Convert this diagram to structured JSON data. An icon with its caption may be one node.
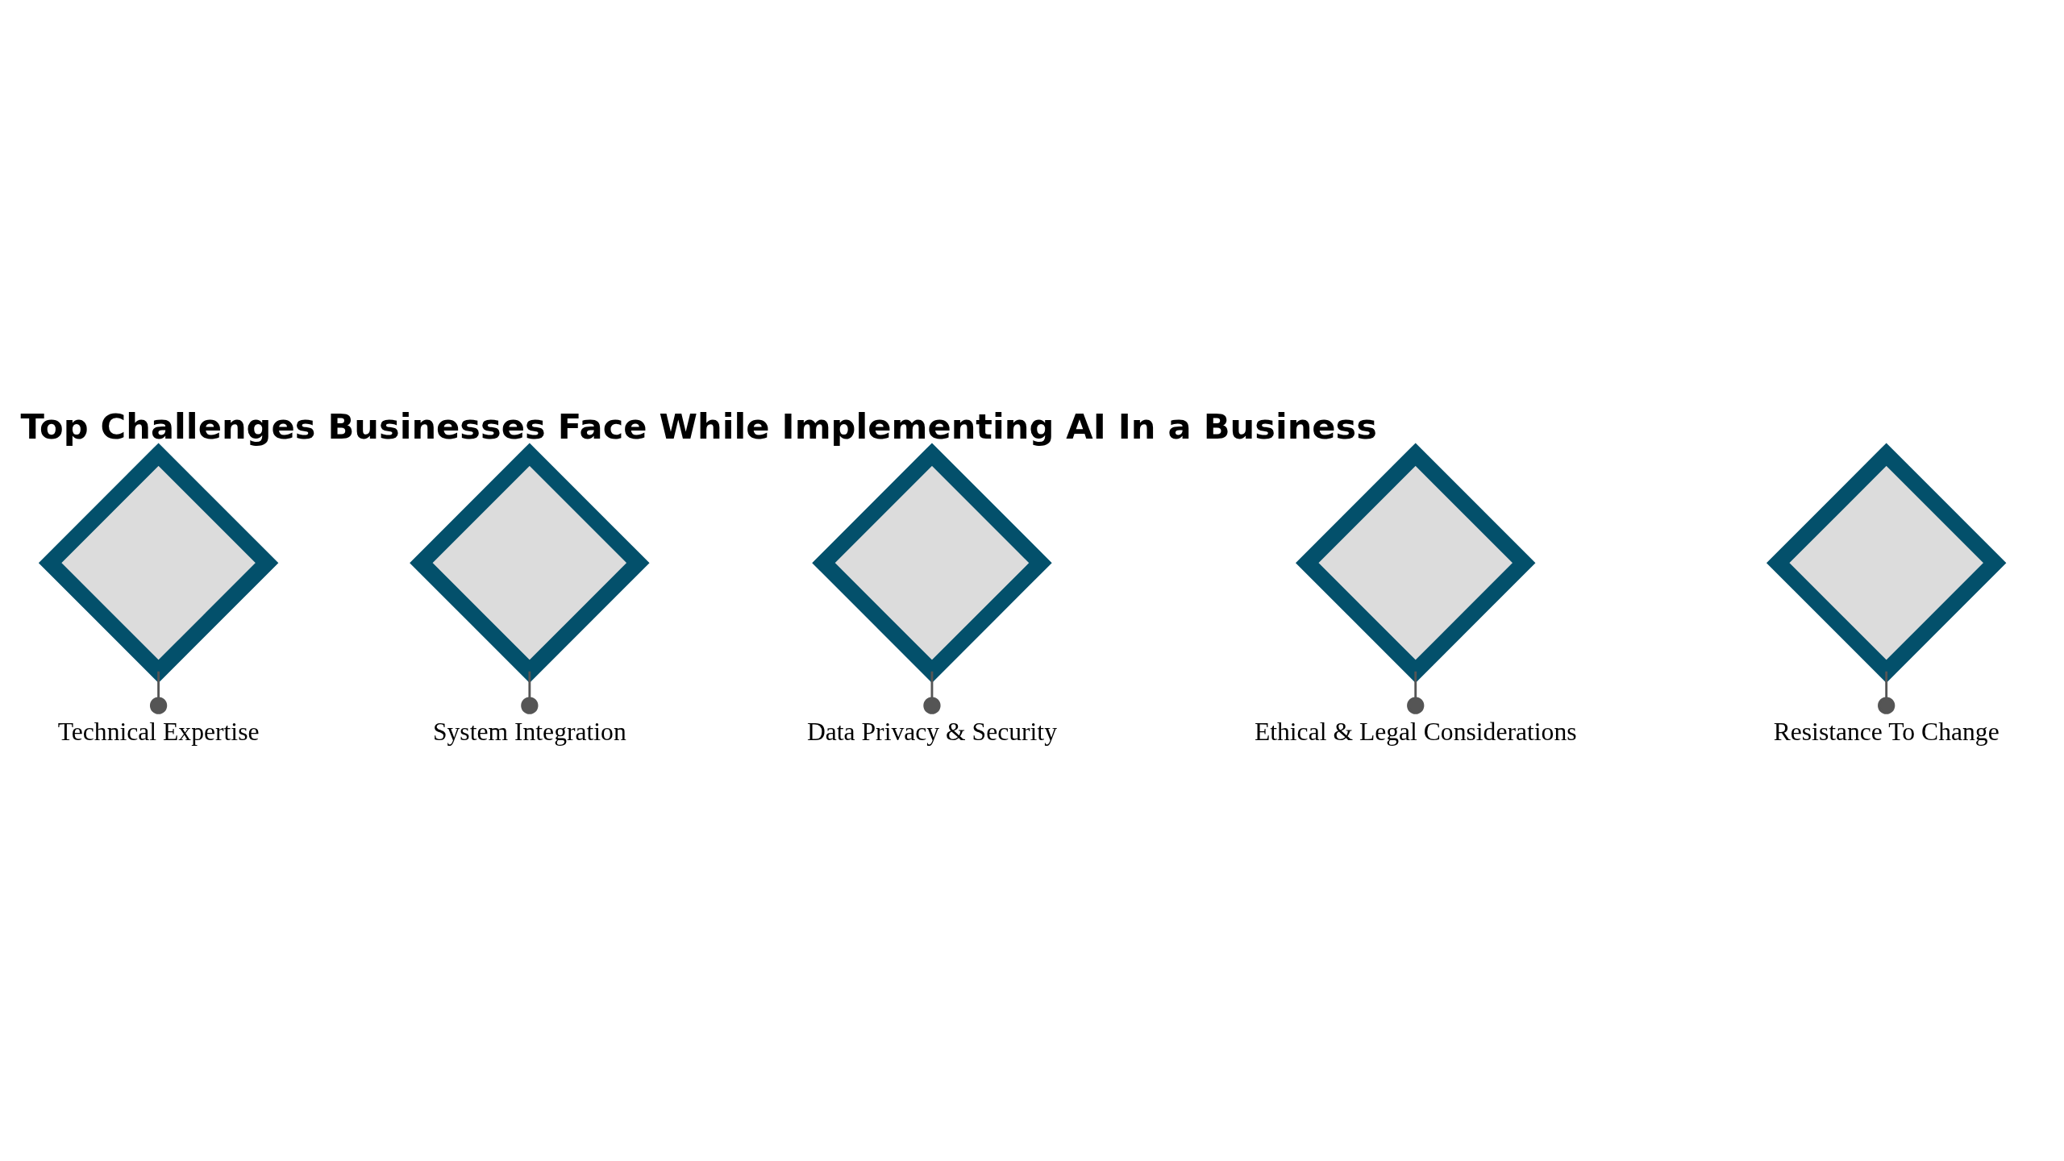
{
  "diagram": {
    "title": "Top Challenges Businesses Face While Implementing AI In a Business",
    "nodes": [
      {
        "text": [],
        "shape": "diamond"
      },
      {
        "text": [],
        "shape": "diamond"
      },
      {
        "text": [],
        "shape": "diamond"
      },
      {
        "text": [],
        "shape": "diamond"
      },
      {
        "text": [],
        "shape": "diamond"
      },
      {
        "text": [
          "Technical Expertise"
        ]
      },
      {
        "text": [
          "System Integration"
        ]
      },
      {
        "text": [
          "Data Privacy & Security"
        ]
      },
      {
        "text": [
          "Ethical & Legal Considerations"
        ]
      },
      {
        "text": [
          "Resistance To Change"
        ]
      }
    ],
    "edges": [
      {
        "from": 0,
        "to": 5,
        "arrow": "other"
      },
      {
        "from": 1,
        "to": 6,
        "arrow": "other"
      },
      {
        "from": 2,
        "to": 7,
        "arrow": "other"
      },
      {
        "from": 3,
        "to": 8,
        "arrow": "other"
      },
      {
        "from": 4,
        "to": 9,
        "arrow": "other"
      }
    ]
  }
}
